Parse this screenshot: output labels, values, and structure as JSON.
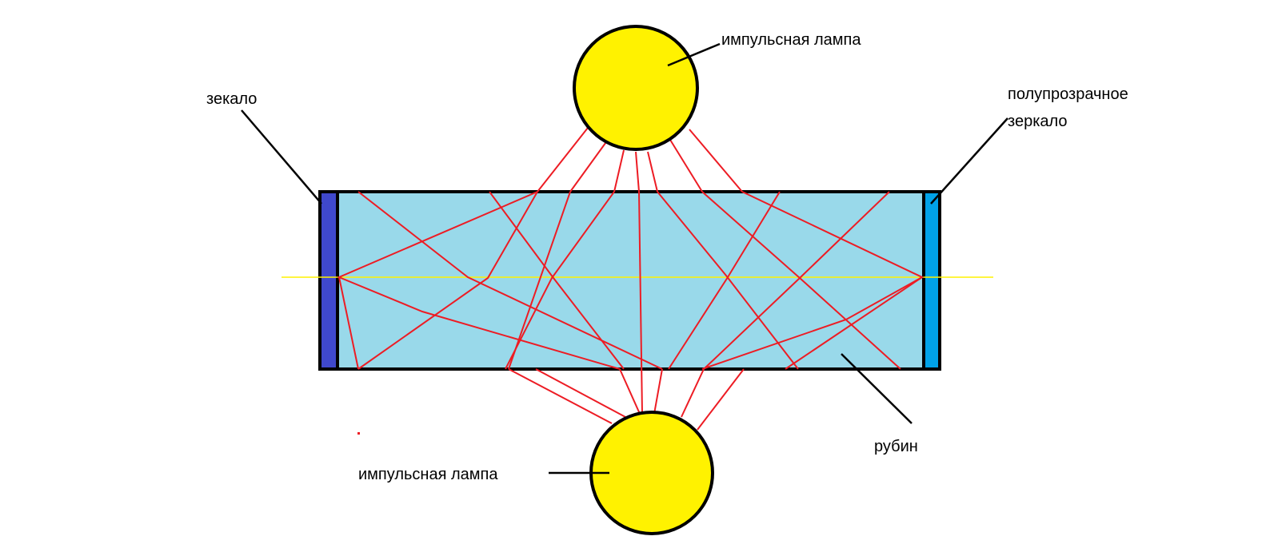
{
  "labels": {
    "top_lamp": "импульсная лампа",
    "bottom_lamp": "импульсная лампа",
    "left_mirror": "зекало",
    "right_mirror_line1": "полупрозрачное",
    "right_mirror_line2": "зеркало",
    "ruby": "рубин"
  },
  "colors": {
    "ruby_fill": "#99d9ea",
    "lamp_fill": "#fff200",
    "left_mirror": "#3f48cc",
    "right_mirror": "#00a2e8",
    "rays": "#ed1c24",
    "axis": "#fff200",
    "outline": "#000000"
  }
}
